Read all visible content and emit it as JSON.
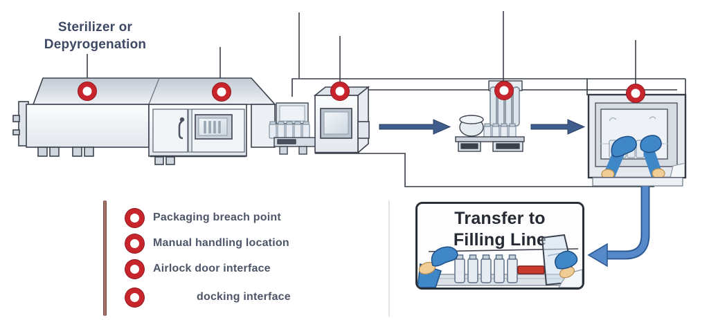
{
  "title_label": {
    "line1": "Sterilizer or",
    "line2": "Depyrogenation"
  },
  "legend": {
    "items": [
      {
        "icon": "breach-marker-icon",
        "label": "Packaging breach point"
      },
      {
        "icon": "breach-marker-icon",
        "label": "Manual handling location"
      },
      {
        "icon": "breach-marker-icon",
        "label": "Airlock door interface"
      },
      {
        "icon": "breach-marker-icon",
        "label": "docking interface"
      }
    ]
  },
  "transfer_box": {
    "title_line1": "Transfer to",
    "title_line2": "Filling Line"
  },
  "colors": {
    "marker_red": "#c7242b",
    "flow_arrow_blue": "#3f5c8c",
    "transfer_pipe_blue": "#5589c9",
    "glove_blue": "#4087c8",
    "label_text": "#3d4963",
    "legend_text": "#4d5568",
    "box_border": "#2b3037",
    "machine_outline": "#3b414d",
    "legend_bar_maroon": "#7e4a43"
  }
}
